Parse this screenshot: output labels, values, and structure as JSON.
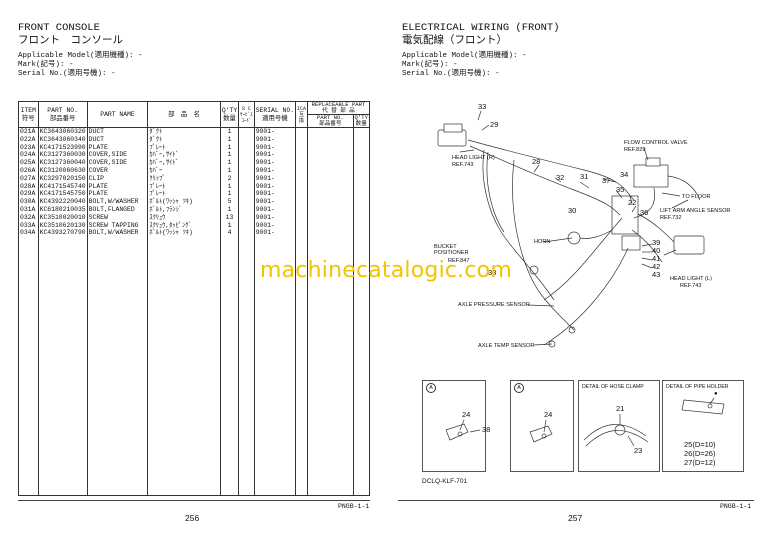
{
  "left_page": {
    "title_en": "FRONT CONSOLE",
    "title_jp": "フロント　コンソール",
    "applicable_model": "Applicable Model(適用機種): -",
    "mark": "Mark(記号):  -",
    "serial_no": "Serial No.(適用号機): -",
    "table": {
      "headers": {
        "item": "ITEM\n符号",
        "part_no": "PART NO.\n部品番号",
        "part_name": "PART NAME",
        "jp_name": "部　品　名",
        "qty": "Q'TY\n数量",
        "sc": "S C\nｻｰﾋﾞｽ\nｺｰﾄﾞ",
        "serial": "SERIAL NO.\n適用号機",
        "ica": "ICA\n互\n換",
        "replaceable": "REPLACEABLE PART\n代 替 部 品",
        "rp_part_no": "PART NO.\n部品番号",
        "rp_qty": "Q'TY\n数量"
      },
      "rows": [
        {
          "item": "021A",
          "part_no": "KC3643060320",
          "part_name": "DUCT",
          "jp": "ﾀﾞｸﾄ",
          "qty": "1",
          "serial": "9001-"
        },
        {
          "item": "022A",
          "part_no": "KC3643060340",
          "part_name": "DUCT",
          "jp": "ﾀﾞｸﾄ",
          "qty": "1",
          "serial": "9001-"
        },
        {
          "item": "023A",
          "part_no": "KC4171523990",
          "part_name": "PLATE",
          "jp": "ﾌﾟﾚｰﾄ",
          "qty": "1",
          "serial": "9001-"
        },
        {
          "item": "024A",
          "part_no": "KC3127360030",
          "part_name": "COVER,SIDE",
          "jp": "ｶﾊﾞｰ,ｻｲﾄﾞ",
          "qty": "1",
          "serial": "9001-"
        },
        {
          "item": "025A",
          "part_no": "KC3127360040",
          "part_name": "COVER,SIDE",
          "jp": "ｶﾊﾞｰ,ｻｲﾄﾞ",
          "qty": "1",
          "serial": "9001-"
        },
        {
          "item": "026A",
          "part_no": "KC3120060630",
          "part_name": "COVER",
          "jp": "ｶﾊﾞｰ",
          "qty": "1",
          "serial": "9001-"
        },
        {
          "item": "027A",
          "part_no": "KC3297020150",
          "part_name": "CLIP",
          "jp": "ｸﾘｯﾌﾟ",
          "qty": "2",
          "serial": "9001-"
        },
        {
          "item": "028A",
          "part_no": "KC4171545740",
          "part_name": "PLATE",
          "jp": "ﾌﾟﾚｰﾄ",
          "qty": "1",
          "serial": "9001-"
        },
        {
          "item": "029A",
          "part_no": "KC4171545750",
          "part_name": "PLATE",
          "jp": "ﾌﾟﾚｰﾄ",
          "qty": "1",
          "serial": "9001-"
        },
        {
          "item": "030A",
          "part_no": "KC4392220040",
          "part_name": "BOLT,W/WASHER",
          "jp": "ﾎﾞﾙﾄ(ﾜｯｼｬ ﾂｷ)",
          "qty": "5",
          "serial": "9001-"
        },
        {
          "item": "031A",
          "part_no": "KC6180210035",
          "part_name": "BOLT,FLANGED",
          "jp": "ﾎﾞﾙﾄ,ﾌﾗﾝｼﾞ",
          "qty": "1",
          "serial": "9001-"
        },
        {
          "item": "032A",
          "part_no": "KC3510020010",
          "part_name": "SCREW",
          "jp": "ｽｸﾘｭｳ",
          "qty": "13",
          "serial": "9001-"
        },
        {
          "item": "033A",
          "part_no": "KC3510620130",
          "part_name": "SCREW TAPPING",
          "jp": "ｽｸﾘｭｳ,ﾀｯﾋﾟﾝｸﾞ",
          "qty": "1",
          "serial": "9001-"
        },
        {
          "item": "034A",
          "part_no": "KC4393270790",
          "part_name": "BOLT,W/WASHER",
          "jp": "ﾎﾞﾙﾄ(ﾜｯｼｬ ﾂｷ)",
          "qty": "4",
          "serial": "9001-"
        }
      ]
    },
    "footer_code": "PNGB-1-1",
    "page_number": "256"
  },
  "right_page": {
    "title_en": "ELECTRICAL WIRING (FRONT)",
    "title_jp": "電気配線（フロント）",
    "applicable_model": "Applicable Model(適用機種): -",
    "mark": "Mark(記号):  -",
    "serial_no": "Serial No.(適用号機): -",
    "diagram": {
      "callouts": [
        "33",
        "29",
        "28",
        "32",
        "30",
        "31",
        "37",
        "35",
        "22",
        "36",
        "34",
        "39",
        "40",
        "41",
        "42",
        "43",
        "38"
      ],
      "labels": {
        "head_light_r": "HEAD LIGHT (R)",
        "ref_743_r": "REF.743",
        "flow_control_valve": "FLOW CONTROL VALVE",
        "ref_829": "REF.829",
        "to_floor": "TO FLOOR",
        "lift_arm_angle_sensor": "LIFT ARM ANGLE SENSOR",
        "ref_732": "REF.732",
        "bucket_positioner": "BUCKET\nPOSITIONER",
        "ref_847": "REF.847",
        "horn": "HORN",
        "head_light_l": "HEAD LIGHT (L)",
        "ref_743_l": "REF.743",
        "axle_pressure_sensor": "AXLE PRESSURE SENSOR",
        "axle_temp_sensor": "AXLE TEMP SENSOR"
      },
      "details": {
        "a1": "A",
        "a2": "A",
        "hose_clamp_title": "DETAIL OF HOSE CLAMP",
        "pipe_holder_title": "DETAIL OF PIPE HOLDER",
        "a1_nums": [
          "24",
          "38"
        ],
        "a2_nums": [
          "24"
        ],
        "hose_clamp_nums": [
          "21",
          "23"
        ],
        "pipe_holder_d": [
          "25(D=10)",
          "26(D=26)",
          "27(D=12)"
        ]
      },
      "drawing_code": "DCLQ-KLF-701"
    },
    "footer_code": "PNGB-1-1",
    "page_number": "257"
  },
  "watermark": "machinecatalogic.com"
}
